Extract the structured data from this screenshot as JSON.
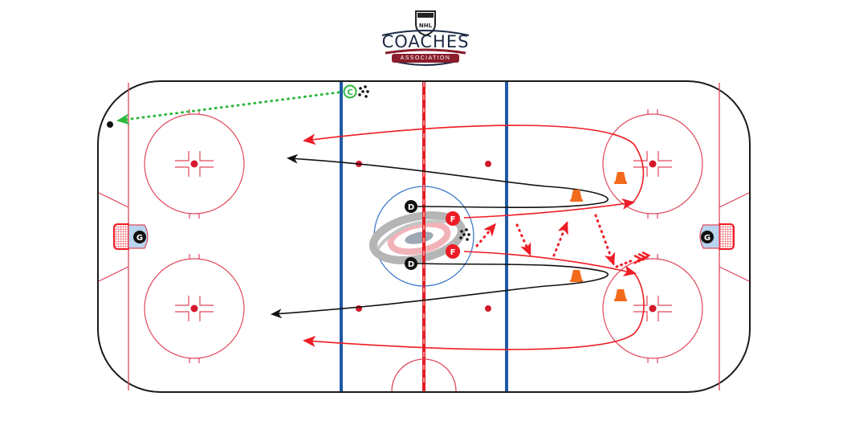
{
  "logo": {
    "title": "COACHES",
    "subtitle": "ASSOCIATION",
    "shield_label": "NHL"
  },
  "colors": {
    "rink_outline": "#1a1a1a",
    "rink_markings": "#e0475a",
    "blue_line": "#1f5aa6",
    "red_line": "#e41b23",
    "skater_path": "#ee1c25",
    "defense_path": "#111111",
    "pass_dotted": "#ee1c25",
    "coach_pass": "#2db83d",
    "cone": "#f26a1b",
    "goalie_crease": "#b8d4ee"
  },
  "players": {
    "coach": {
      "label": "C",
      "role": "coach"
    },
    "forward_top": {
      "label": "F",
      "role": "forward"
    },
    "forward_bottom": {
      "label": "F",
      "role": "forward"
    },
    "defense_top": {
      "label": "D",
      "role": "defenseman"
    },
    "defense_bottom": {
      "label": "D",
      "role": "defenseman"
    },
    "goalie_left": {
      "label": "G",
      "role": "goalie"
    },
    "goalie_right": {
      "label": "G",
      "role": "goalie"
    }
  },
  "legend_items": {
    "pucks": "puck-pile",
    "cones": "pylon",
    "shot": "shot-arrow",
    "center_logo": "Carolina Hurricanes"
  }
}
